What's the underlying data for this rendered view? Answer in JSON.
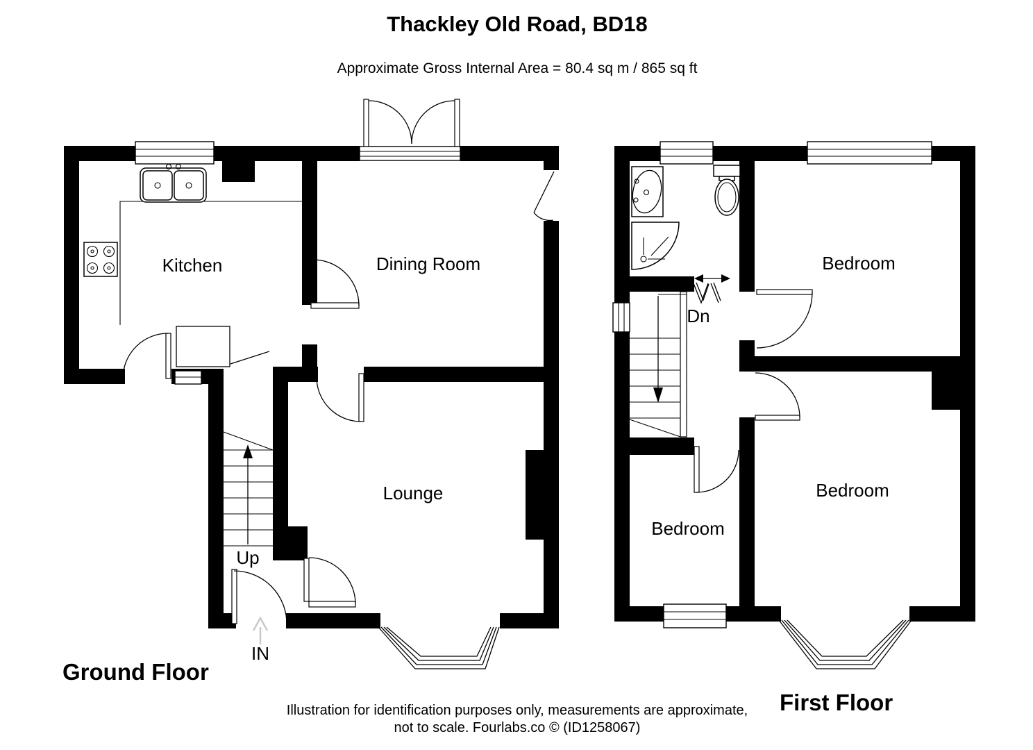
{
  "title": "Thackley Old Road, BD18",
  "subtitle": "Approximate Gross Internal Area = 80.4 sq m / 865 sq ft",
  "ground_floor": {
    "label": "Ground Floor",
    "kitchen": "Kitchen",
    "dining_room": "Dining Room",
    "lounge": "Lounge",
    "stairs": "Up",
    "entrance": "IN"
  },
  "first_floor": {
    "label": "First Floor",
    "bedroom_front": "Bedroom",
    "bedroom_small": "Bedroom",
    "bedroom_back": "Bedroom",
    "stairs": "Dn"
  },
  "footer": {
    "line1": "Illustration for identification purposes only, measurements are approximate,",
    "line2": "not to scale. Fourlabs.co © (ID1258067)"
  },
  "colors": {
    "walls": "#000000",
    "background": "#ffffff",
    "entrance_arrow": "#c9c9c9"
  }
}
